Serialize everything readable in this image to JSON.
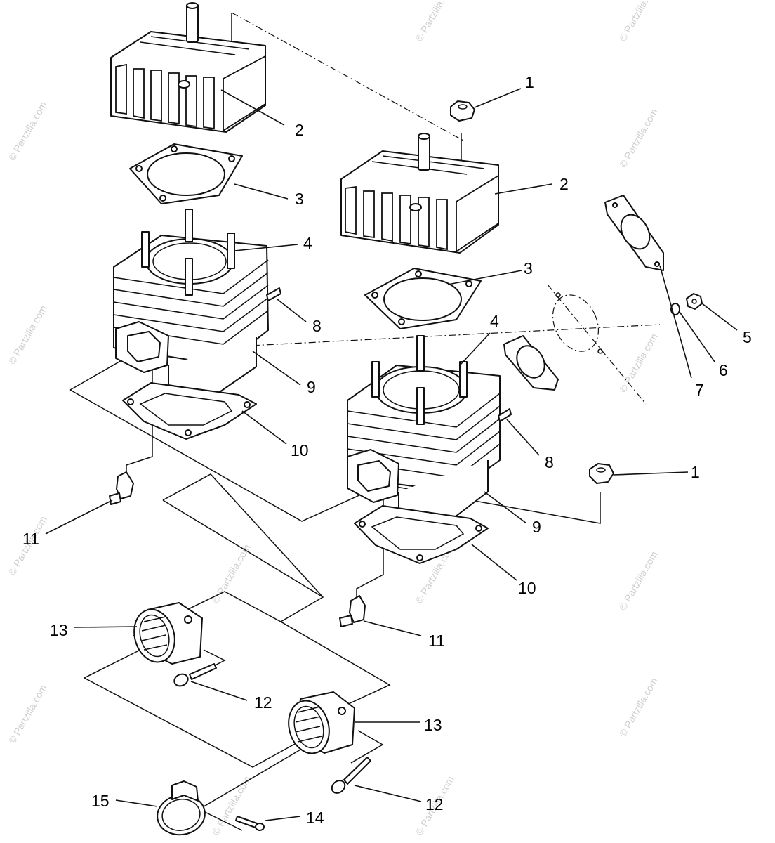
{
  "watermark": "© Partzilla.com",
  "callouts": {
    "c1a": "1",
    "c1b": "1",
    "c2a": "2",
    "c2b": "2",
    "c3a": "3",
    "c3b": "3",
    "c4a": "4",
    "c4b": "4",
    "c5": "5",
    "c6": "6",
    "c7": "7",
    "c8a": "8",
    "c8b": "8",
    "c9a": "9",
    "c9b": "9",
    "c10a": "10",
    "c10b": "10",
    "c11a": "11",
    "c11b": "11",
    "c12a": "12",
    "c12b": "12",
    "c13a": "13",
    "c13b": "13",
    "c14": "14",
    "c15": "15"
  }
}
